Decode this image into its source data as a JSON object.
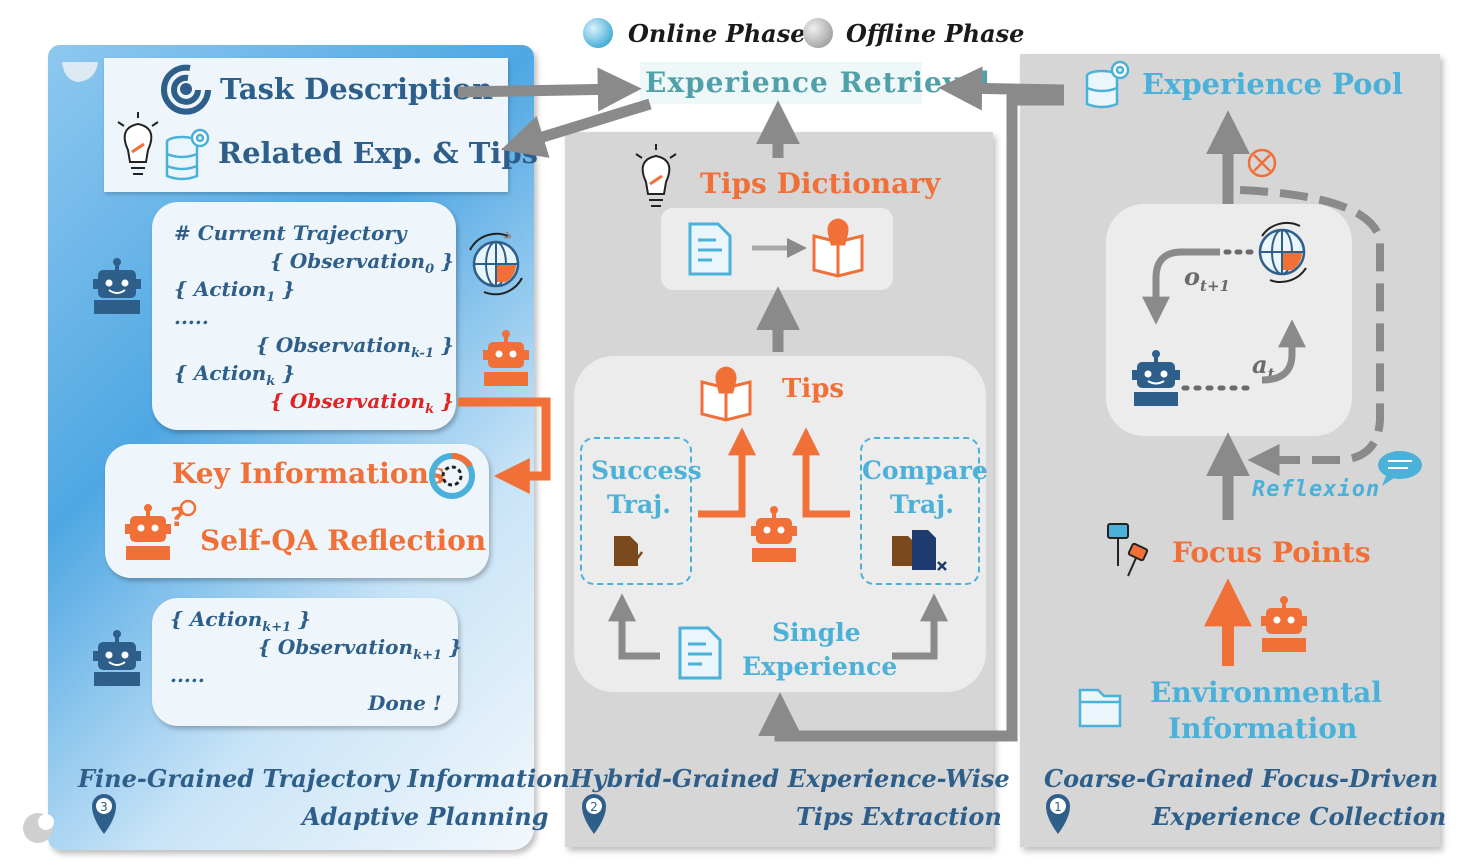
{
  "legend": {
    "online_label": "Online Phase",
    "offline_label": "Offline Phase",
    "online_color": "#4cb1d8",
    "offline_color": "#9a9a9a"
  },
  "colors": {
    "blue_text": "#2e5f8a",
    "cyan_text": "#4cb1d8",
    "orange": "#f07038",
    "arrow_grey": "#8a8a8a"
  },
  "center": {
    "experience_retrieval": "Experience Retrieval"
  },
  "left": {
    "task_description": "Task Description",
    "related_tips": "Related Exp. & Tips",
    "trajectory": {
      "header": "# Current Trajectory",
      "obs0": "{ Observation",
      "obs0_sub": "0",
      "act1": "{ Action",
      "act1_sub": "1",
      "dots": ".....",
      "obsk1": "{ Observation",
      "obsk1_sub": "k-1",
      "actk": "{ Action",
      "actk_sub": "k",
      "obsk": "{ Observation",
      "obsk_sub": "k",
      "close": "}"
    },
    "key_informations": "Key Informations",
    "self_qa": "Self-QA Reflection",
    "next": {
      "act": "{ Action",
      "act_sub": "k+1",
      "obs": "{ Observation",
      "obs_sub": "k+1",
      "dots": ".....",
      "done": "Done !",
      "close": "}"
    },
    "footer_line1": "Fine-Grained Trajectory Information",
    "footer_line2": "Adaptive Planning",
    "badge": "3"
  },
  "middle": {
    "tips_dictionary": "Tips Dictionary",
    "tips": "Tips",
    "success_line1": "Success",
    "success_line2": "Traj.",
    "compare_line1": "Compare",
    "compare_line2": "Traj.",
    "single_line1": "Single",
    "single_line2": "Experience",
    "footer_line1": "Hybrid-Grained Experience-Wise",
    "footer_line2": "Tips Extraction",
    "badge": "2"
  },
  "right": {
    "experience_pool": "Experience Pool",
    "o_label": "o",
    "o_sub": "t+1",
    "a_label": "a",
    "a_sub": "t",
    "reflexion": "Reflexion",
    "focus_points": "Focus Points",
    "env_line1": "Environmental",
    "env_line2": "Information",
    "footer_line1": "Coarse-Grained Focus-Driven",
    "footer_line2": "Experience Collection",
    "badge": "1"
  },
  "icons": [
    "robot-icon",
    "lightbulb-icon",
    "database-icon",
    "globe-icon",
    "document-icon",
    "book-icon",
    "folder-icon",
    "pushpin-icon",
    "gear-icon",
    "chat-icon",
    "cancel-icon",
    "location-pin-icon",
    "spiral-icon"
  ]
}
